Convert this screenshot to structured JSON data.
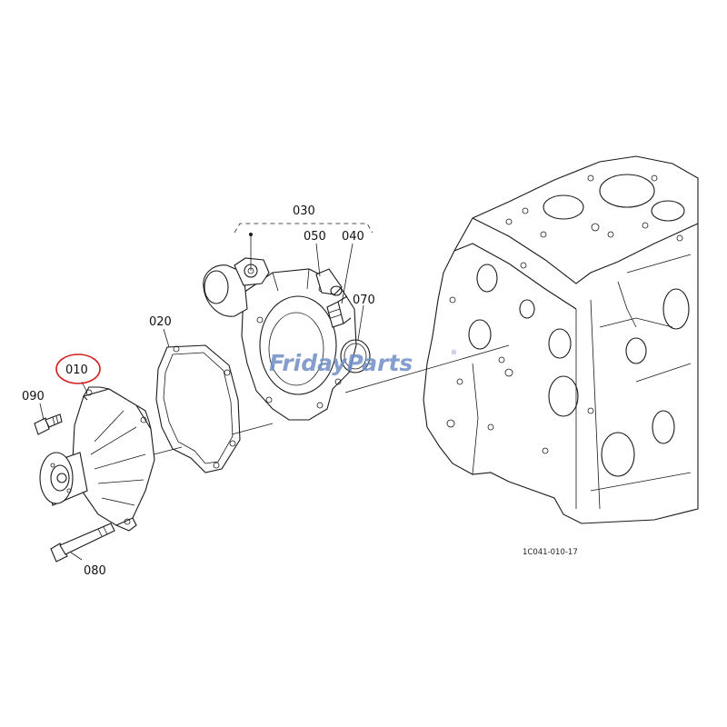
{
  "diagram": {
    "callouts": {
      "p010": "010",
      "p020": "020",
      "p030": "030",
      "p040": "040",
      "p050": "050",
      "p070": "070",
      "p080": "080",
      "p090": "090"
    },
    "reference_code": "1C041-010-17",
    "highlighted_part": "010",
    "highlight_color": "#d42020"
  },
  "watermark": {
    "text": "FridayParts",
    "registered": "®",
    "color": "#6f8fc6",
    "accent_color": "#e8a33b"
  }
}
